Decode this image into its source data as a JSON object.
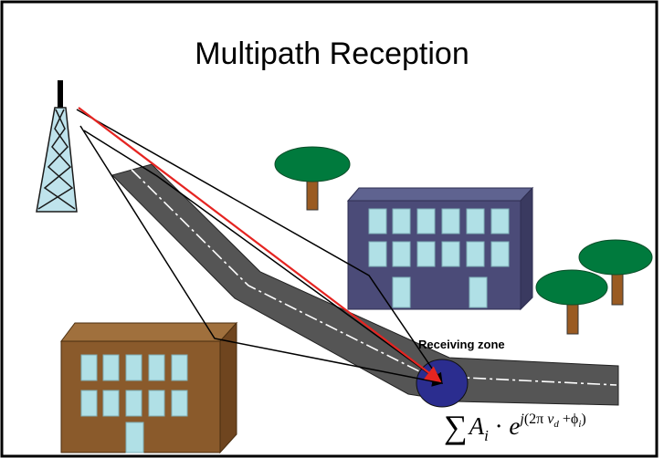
{
  "diagram": {
    "title": "Multipath Reception",
    "receiving_zone_label": "Receiving zone",
    "formula": {
      "sum_symbol": "∑",
      "amplitude": "A",
      "amplitude_index": "i",
      "dot": "·",
      "base": "e",
      "exp_j": "j",
      "exp_open": "(2π",
      "exp_v": "v",
      "exp_v_index": "d",
      "exp_plus": "+",
      "exp_phi": "ϕ",
      "exp_phi_index": "i",
      "exp_close": ")"
    },
    "colors": {
      "frame": "#000000",
      "tower": "#bfe3ec",
      "road": "#555555",
      "road_centerline": "#ffffff",
      "tree_canopy": "#007a3d",
      "tree_trunk": "#9a5b22",
      "building_blue_front": "#4b4b78",
      "building_blue_top": "#5f6390",
      "building_brown_front": "#8a5a2b",
      "building_brown_side": "#6f451f",
      "window": "#b0e0e6",
      "direct_path": "#e52421",
      "reflected_path": "#000000",
      "receiving_zone_fill": "#2b2d8f"
    }
  }
}
